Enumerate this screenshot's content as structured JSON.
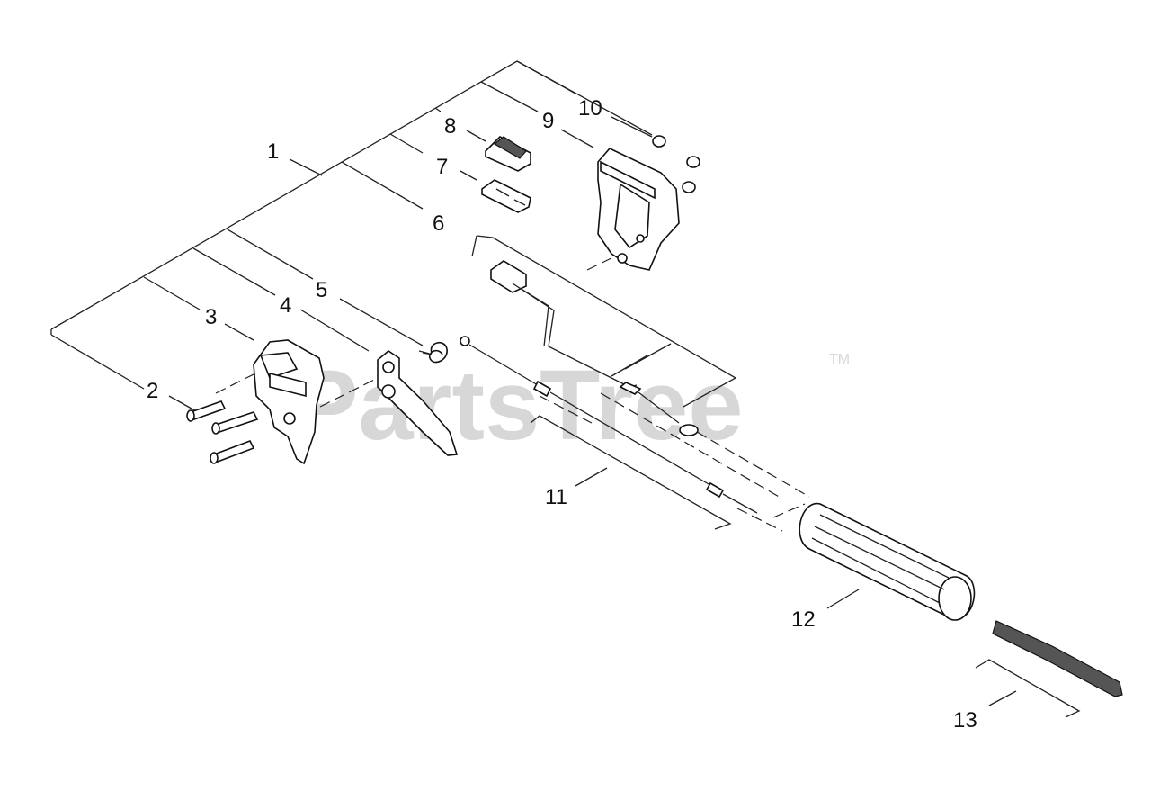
{
  "watermark": {
    "text": "PartsTree",
    "mark": "TM"
  },
  "callouts": [
    {
      "id": "1",
      "label": "1"
    },
    {
      "id": "2",
      "label": "2"
    },
    {
      "id": "3",
      "label": "3"
    },
    {
      "id": "4",
      "label": "4"
    },
    {
      "id": "5",
      "label": "5"
    },
    {
      "id": "6",
      "label": "6"
    },
    {
      "id": "7",
      "label": "7"
    },
    {
      "id": "8",
      "label": "8"
    },
    {
      "id": "9",
      "label": "9"
    },
    {
      "id": "10",
      "label": "10"
    },
    {
      "id": "11",
      "label": "11"
    },
    {
      "id": "12",
      "label": "12"
    },
    {
      "id": "13",
      "label": "13"
    }
  ],
  "colors": {
    "line": "#222222",
    "watermark": "#d7d7d7"
  }
}
